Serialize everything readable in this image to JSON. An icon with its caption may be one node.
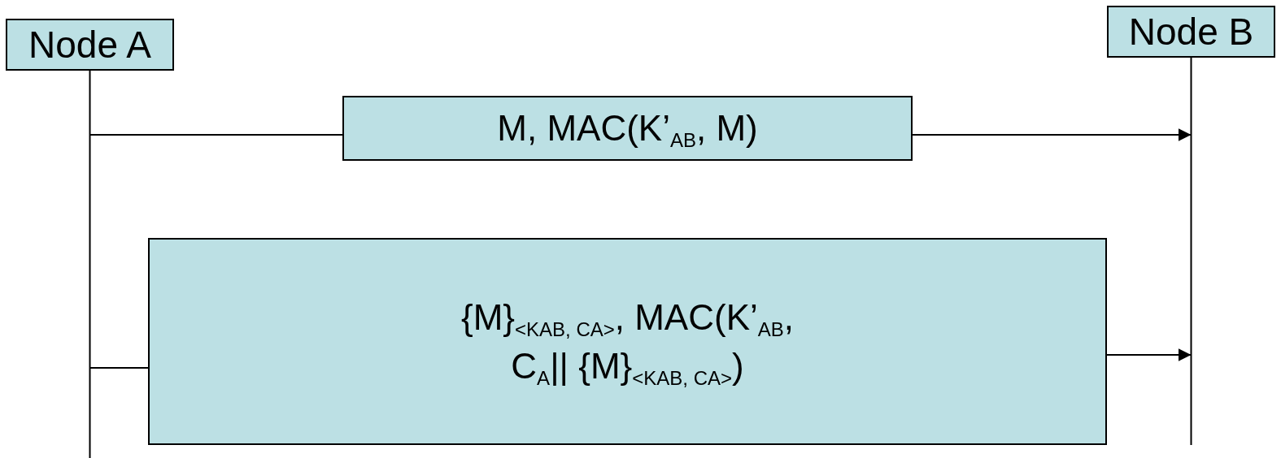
{
  "diagram": {
    "nodes": [
      {
        "text": [
          "Node A"
        ]
      },
      {
        "text": [
          "Node B"
        ]
      }
    ],
    "edges": [
      {
        "from": 0,
        "to": 1,
        "arrow": "to",
        "label": "M, MAC(K’$_{AB}$, M)"
      },
      {
        "from": 0,
        "to": 1,
        "arrow": "to",
        "label": "{M}$_{<KAB, CA>}$, MAC(K’$_{AB}$, C$_{A}$|| {M}$_{<KAB, CA>}$)"
      }
    ]
  }
}
